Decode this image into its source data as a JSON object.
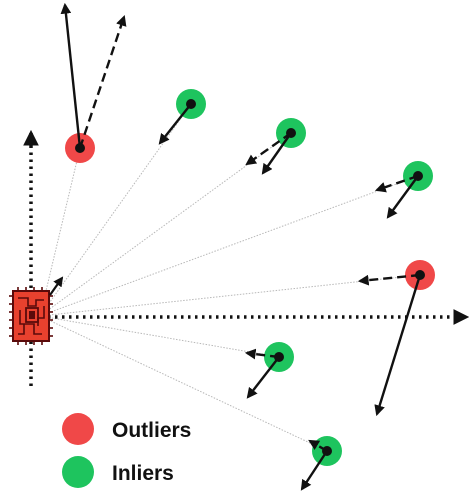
{
  "colors": {
    "outlier": "#f04848",
    "inlier": "#1ec45e",
    "arrow": "#111111",
    "ray": "#b8b8b8",
    "sensor_body": "#e8412e",
    "sensor_trace": "#5a0a0a",
    "background": "#ffffff"
  },
  "legend": {
    "outliers_label": "Outliers",
    "inliers_label": "Inliers"
  },
  "icons": {
    "sensor": "radar-chip-icon",
    "outlier_marker": "red-circle",
    "inlier_marker": "green-circle"
  },
  "points": [
    {
      "id": "p1",
      "class": "outlier"
    },
    {
      "id": "p2",
      "class": "inlier"
    },
    {
      "id": "p3",
      "class": "inlier"
    },
    {
      "id": "p4",
      "class": "inlier"
    },
    {
      "id": "p5",
      "class": "outlier"
    },
    {
      "id": "p6",
      "class": "inlier"
    },
    {
      "id": "p7",
      "class": "inlier"
    }
  ],
  "line_styles": {
    "solid_arrow": "solid",
    "dashed_arrow": "dashed",
    "axes": "dotted",
    "rays": "dotted-thin"
  }
}
